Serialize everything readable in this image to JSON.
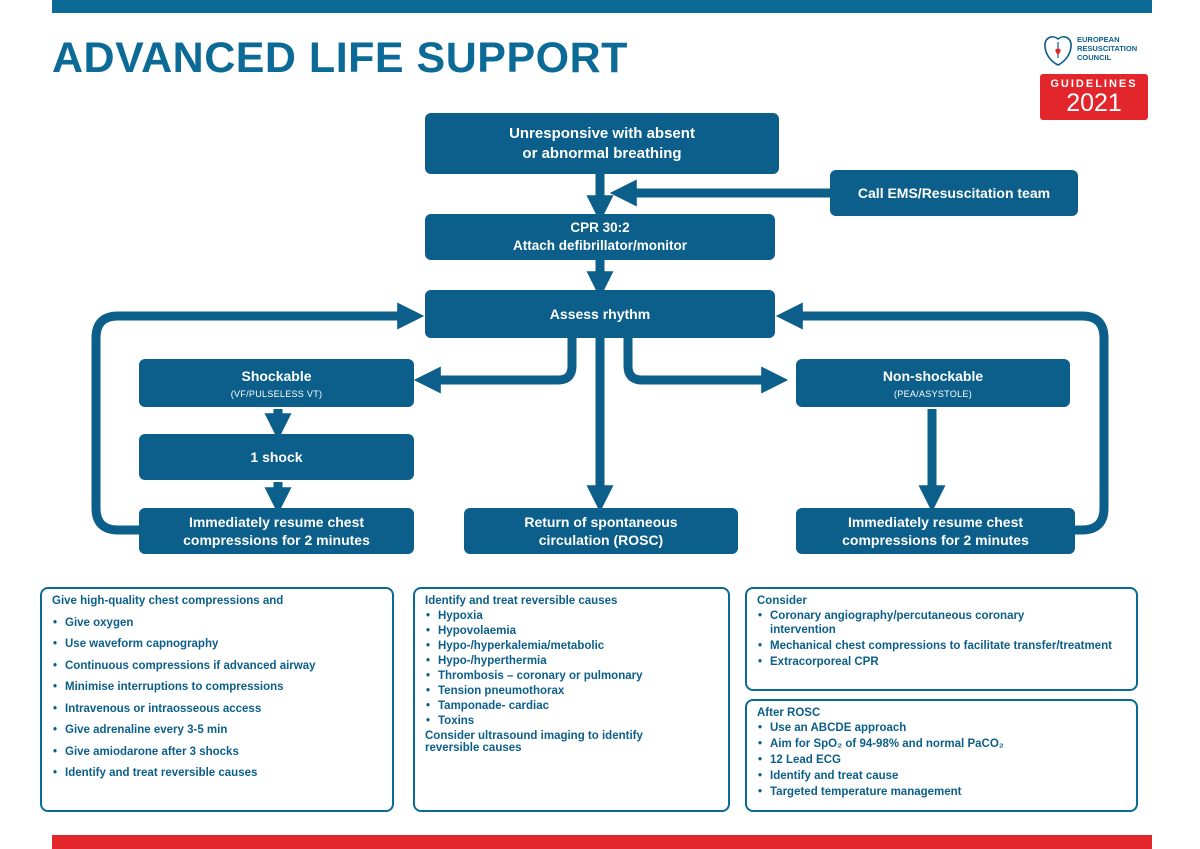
{
  "title": "ADVANCED LIFE SUPPORT",
  "logo": {
    "org_line1": "EUROPEAN",
    "org_line2": "RESUSCITATION",
    "org_line3": "COUNCIL",
    "guidelines": "GUIDELINES",
    "year": "2021"
  },
  "colors": {
    "primary": "#0b5f8a",
    "top_bar": "#0b6b96",
    "accent_red": "#e3262b",
    "background": "#ffffff"
  },
  "flow": {
    "unresponsive": [
      "Unresponsive with absent",
      "or abnormal breathing"
    ],
    "call_ems": "Call EMS/Resuscitation team",
    "cpr": [
      "CPR 30:2",
      "Attach defibrillator/monitor"
    ],
    "assess": "Assess rhythm",
    "shockable": {
      "label": "Shockable",
      "sub": "(VF/PULSELESS VT)"
    },
    "nonshockable": {
      "label": "Non-shockable",
      "sub": "(PEA/ASYSTOLE)"
    },
    "shock": "1 shock",
    "resume_left": [
      "Immediately resume chest",
      "compressions for 2 minutes"
    ],
    "rosc": [
      "Return of spontaneous",
      "circulation (ROSC)"
    ],
    "resume_right": [
      "Immediately resume chest",
      "compressions for 2 minutes"
    ]
  },
  "panels": {
    "during_cpr": {
      "heading": "Give high-quality chest compressions and",
      "items": [
        "Give oxygen",
        "Use waveform capnography",
        "Continuous compressions if advanced airway",
        "Minimise interruptions to compressions",
        "Intravenous or intraosseous access",
        "Give adrenaline every 3-5 min",
        "Give amiodarone after 3 shocks",
        "Identify and treat reversible causes"
      ]
    },
    "reversible_causes": {
      "heading": "Identify and treat reversible causes",
      "items": [
        "Hypoxia",
        "Hypovolaemia",
        "Hypo-/hyperkalemia/metabolic",
        "Hypo-/hyperthermia",
        "Thrombosis – coronary or pulmonary",
        "Tension pneumothorax",
        "Tamponade- cardiac",
        "Toxins"
      ],
      "footer": [
        "Consider ultrasound imaging to identify",
        "reversible causes"
      ]
    },
    "consider": {
      "heading": "Consider",
      "items": [
        [
          "Coronary angiography/percutaneous coronary",
          "intervention"
        ],
        [
          "Mechanical chest compressions to facilitate transfer/treatment"
        ],
        [
          "Extracorporeal CPR"
        ]
      ]
    },
    "after_rosc": {
      "heading": "After ROSC",
      "items": [
        "Use an ABCDE approach",
        "Aim for SpO₂ of 94-98% and normal PaCO₂",
        "12 Lead ECG",
        "Identify and treat cause",
        "Targeted temperature management"
      ]
    }
  }
}
